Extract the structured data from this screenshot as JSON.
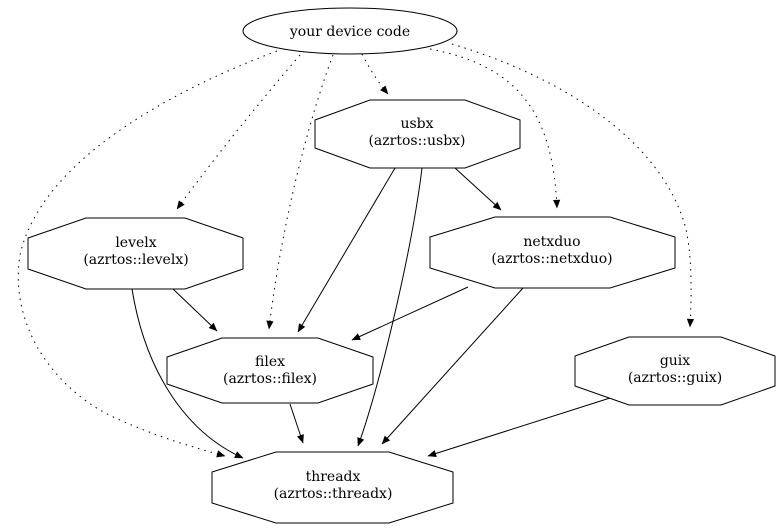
{
  "diagram": {
    "type": "dependency-graph",
    "background": "#ffffff",
    "stroke_color": "#000000",
    "text_color": "#000000",
    "nodes": {
      "device": {
        "label": "your device code",
        "shape": "ellipse"
      },
      "usbx": {
        "label": "usbx",
        "sublabel": "(azrtos::usbx)",
        "shape": "octagon"
      },
      "levelx": {
        "label": "levelx",
        "sublabel": "(azrtos::levelx)",
        "shape": "octagon"
      },
      "netxduo": {
        "label": "netxduo",
        "sublabel": "(azrtos::netxduo)",
        "shape": "octagon"
      },
      "filex": {
        "label": "filex",
        "sublabel": "(azrtos::filex)",
        "shape": "octagon"
      },
      "guix": {
        "label": "guix",
        "sublabel": "(azrtos::guix)",
        "shape": "octagon"
      },
      "threadx": {
        "label": "threadx",
        "sublabel": "(azrtos::threadx)",
        "shape": "octagon"
      }
    },
    "edges": [
      {
        "from": "your device code",
        "to": "usbx",
        "style": "dotted"
      },
      {
        "from": "your device code",
        "to": "levelx",
        "style": "dotted"
      },
      {
        "from": "your device code",
        "to": "netxduo",
        "style": "dotted"
      },
      {
        "from": "your device code",
        "to": "filex",
        "style": "dotted"
      },
      {
        "from": "your device code",
        "to": "guix",
        "style": "dotted"
      },
      {
        "from": "your device code",
        "to": "threadx",
        "style": "dotted"
      },
      {
        "from": "usbx",
        "to": "netxduo",
        "style": "solid"
      },
      {
        "from": "usbx",
        "to": "filex",
        "style": "solid"
      },
      {
        "from": "usbx",
        "to": "threadx",
        "style": "solid"
      },
      {
        "from": "levelx",
        "to": "filex",
        "style": "solid"
      },
      {
        "from": "levelx",
        "to": "threadx",
        "style": "solid"
      },
      {
        "from": "netxduo",
        "to": "filex",
        "style": "solid"
      },
      {
        "from": "netxduo",
        "to": "threadx",
        "style": "solid"
      },
      {
        "from": "filex",
        "to": "threadx",
        "style": "solid"
      },
      {
        "from": "guix",
        "to": "threadx",
        "style": "solid"
      }
    ]
  }
}
